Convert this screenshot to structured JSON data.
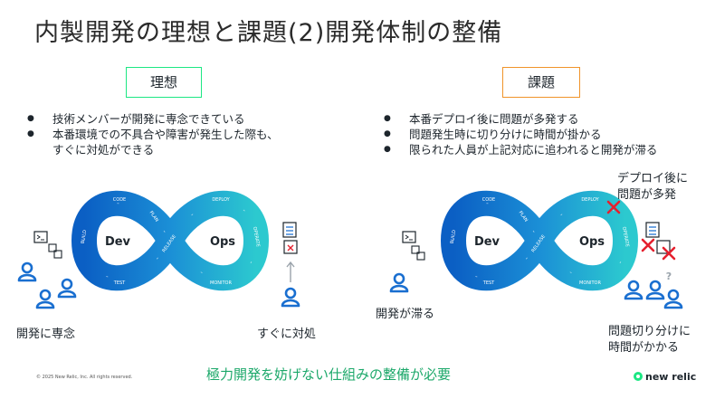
{
  "slide": {
    "title": "内製開発の理想と課題(2)開発体制の整備",
    "ideal": {
      "heading": "理想",
      "bullets": [
        "技術メンバーが開発に専念できている",
        "本番環境での不具合や障害が発生した際も、",
        "すぐに対処ができる"
      ],
      "label_dev_focus": "開発に専念",
      "label_quick_fix": "すぐに対処"
    },
    "issue": {
      "heading": "課題",
      "bullets": [
        "本番デプロイ後に問題が多発する",
        "問題発生時に切り分けに時間が掛かる",
        "限られた人員が上記対応に追われると開発が滞る"
      ],
      "callout_line1": "デプロイ後に",
      "callout_line2": "問題が多発",
      "label_dev_stalled": "開発が滞る",
      "label_isolate_line1": "問題切り分けに",
      "label_isolate_line2": "時間がかかる",
      "question_mark": "?"
    },
    "loop": {
      "dev": "Dev",
      "ops": "Ops",
      "stages": [
        "CODE",
        "BUILD",
        "TEST",
        "PLAN",
        "RELEASE",
        "DEPLOY",
        "OPERATE",
        "MONITOR"
      ]
    },
    "footer": {
      "copyright": "© 2025 New Relic, Inc. All rights reserved.",
      "message": "極力開発を妨げない仕組みの整備が必要",
      "logo_text": "new relic"
    },
    "colors": {
      "ideal_border": "#1ce783",
      "issue_border": "#f0942a",
      "accent_green": "#1ca86a",
      "loop_dark": "#0b5fc4",
      "loop_light": "#2cc9cf",
      "person_blue": "#1a6fd0",
      "error_red": "#e5202e"
    }
  }
}
